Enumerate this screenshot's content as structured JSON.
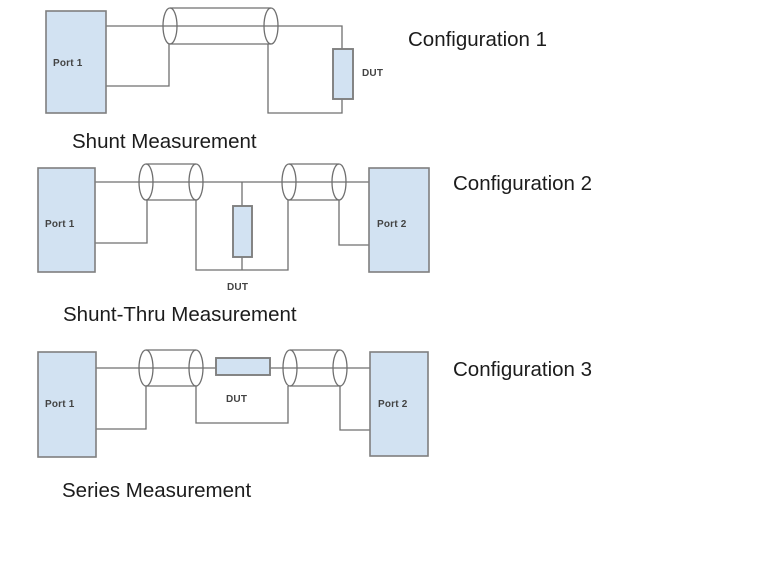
{
  "page": {
    "background": "#ffffff"
  },
  "colors": {
    "box_fill": "#d2e2f2",
    "box_border": "#7f7f7f",
    "wire": "#6f6f6f",
    "heading_text": "#1c1c1c",
    "small_label_text": "#434343"
  },
  "configurations": [
    {
      "config_label": "Configuration 1",
      "caption": "Shunt Measurement",
      "ports": [
        {
          "label": "Port 1"
        }
      ],
      "dut_label": "DUT",
      "dut_orientation": "shunt-vertical",
      "coax_cables": 1
    },
    {
      "config_label": "Configuration 2",
      "caption": "Shunt-Thru Measurement",
      "ports": [
        {
          "label": "Port 1"
        },
        {
          "label": "Port 2"
        }
      ],
      "dut_label": "DUT",
      "dut_orientation": "shunt-thru-vertical",
      "coax_cables": 2
    },
    {
      "config_label": "Configuration 3",
      "caption": "Series Measurement",
      "ports": [
        {
          "label": "Port 1"
        },
        {
          "label": "Port 2"
        }
      ],
      "dut_label": "DUT",
      "dut_orientation": "series-horizontal",
      "coax_cables": 2
    }
  ]
}
